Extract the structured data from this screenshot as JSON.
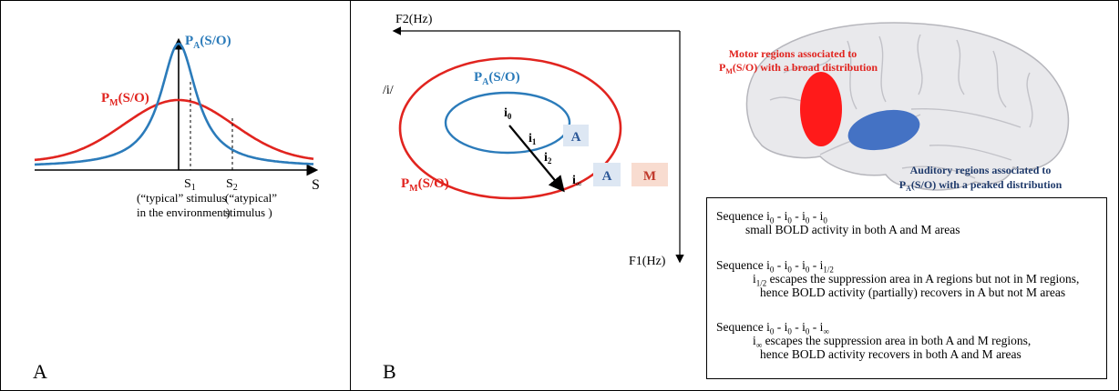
{
  "colors": {
    "blue": "#2b7bba",
    "red": "#e1241f",
    "dark_blue": "#1f3a6b",
    "motor_fill": "#ff1a1a",
    "auditory_fill": "#4472c4",
    "box_a": "#dde7f3",
    "box_m": "#f8dcd0"
  },
  "panel_a": {
    "letter": "A",
    "pa_label": "P",
    "pa_sub": "A",
    "pa_rest": "(S/O)",
    "pm_label": "P",
    "pm_sub": "M",
    "pm_rest": "(S/O)",
    "axis_label": "S",
    "s1": "S",
    "s1_sub": "1",
    "s2": "S",
    "s2_sub": "2",
    "typical_line1": "(“typical” stimulus",
    "typical_line2": "in the environment)",
    "atypical_line1": "(“atypical”",
    "atypical_line2": "stimulus )"
  },
  "panel_b": {
    "letter": "B",
    "f2": "F2(Hz)",
    "f1": "F1(Hz)",
    "vowel": "/i/",
    "pa_label": "P",
    "pa_sub": "A",
    "pa_rest": "(S/O)",
    "pm_label": "P",
    "pm_sub": "M",
    "pm_rest": "(S/O)",
    "i": "i",
    "i0_sub": "0",
    "i1_sub": "1",
    "i2_sub": "2",
    "iinf_sub": "∞",
    "box_a": "A",
    "box_a2": "A",
    "box_m": "M",
    "motor_line1": "Motor regions associated to",
    "motor_line2_pre": "P",
    "motor_line2_sub": "M",
    "motor_line2_post": "(S/O) with a broad distribution",
    "aud_line1": "Auditory regions associated to",
    "aud_line2_pre": "P",
    "aud_line2_sub": "A",
    "aud_line2_post": "(S/O) with a peaked distribution"
  },
  "sequences": {
    "s1_title": "Sequence i",
    "s1_rest": "- i",
    "s1_desc": "small BOLD activity in both A and M areas",
    "s2_desc1_post": "escapes the suppression area in A regions but not in M regions,",
    "s2_desc2": "hence BOLD activity (partially) recovers in A but not  M areas",
    "s3_desc1_post": "escapes the suppression area in both A and M regions,",
    "s3_desc2": "hence BOLD activity recovers in both A and M areas",
    "sub0": "0",
    "sub_half": "1/2",
    "sub_inf": "∞"
  }
}
